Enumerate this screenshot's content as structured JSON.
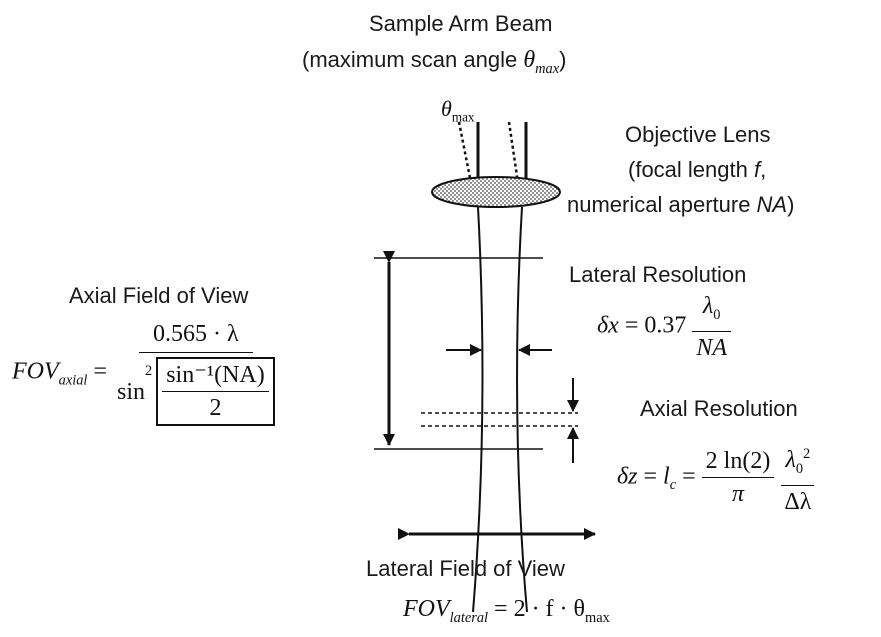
{
  "labels": {
    "sample_arm_beam": "Sample Arm Beam",
    "max_scan_angle_prefix": "(maximum scan angle ",
    "max_scan_angle_symbol": "θ",
    "max_scan_angle_sub": "max",
    "max_scan_angle_suffix": ")",
    "theta_max_symbol": "θ",
    "theta_max_sub": "max",
    "objective_lens": "Objective Lens",
    "focal_length_prefix": "(focal length ",
    "focal_length_symbol": "f",
    "focal_length_suffix": ",",
    "numerical_aperture_prefix": "numerical aperture ",
    "numerical_aperture_symbol": "NA",
    "numerical_aperture_suffix": ")",
    "lateral_resolution": "Lateral Resolution",
    "axial_field_of_view": "Axial Field of View",
    "axial_resolution": "Axial Resolution",
    "lateral_field_of_view": "Lateral Field of View"
  },
  "equations": {
    "lateral_resolution": {
      "lhs": "δx",
      "equals": " = ",
      "coefficient": "0.37",
      "numerator_symbol": "λ",
      "numerator_sub": "0",
      "denominator": "NA"
    },
    "axial_fov": {
      "lhs": "FOV",
      "lhs_sub": "axial",
      "equals": " = ",
      "numerator": "0.565 · λ",
      "sin": "sin",
      "sin_exp": "2",
      "inner_numerator": "sin⁻¹(NA)",
      "inner_denominator": "2"
    },
    "axial_resolution": {
      "lhs": "δz",
      "equals_1": " = ",
      "coherence_length": "l",
      "coherence_length_sub": "c",
      "equals_2": " = ",
      "numerator": "2 ln(2)",
      "denominator": "π",
      "lambda": "λ",
      "lambda_sub": "0",
      "lambda_exp": "2",
      "delta_lambda": "Δλ"
    },
    "lateral_fov": {
      "lhs": "FOV",
      "lhs_sub": "lateral",
      "rhs": " = 2 · f · θ",
      "rhs_sub": "max"
    }
  }
}
